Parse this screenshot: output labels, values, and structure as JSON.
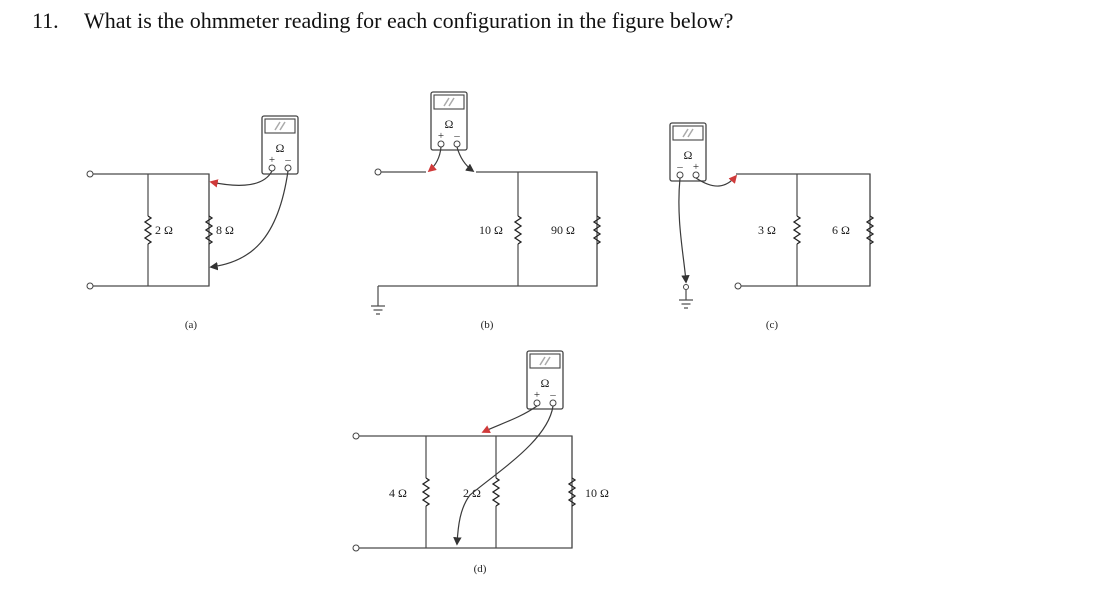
{
  "question": {
    "number": "11.",
    "text": "What is the ohmmeter reading for each configuration in the figure below?"
  },
  "meter": {
    "symbol": "Ω",
    "plus": "+",
    "minus": "–"
  },
  "circuits": {
    "a": {
      "label": "(a)",
      "r1": "2 Ω",
      "r2": "8 Ω"
    },
    "b": {
      "label": "(b)",
      "r1": "10 Ω",
      "r2": "90 Ω"
    },
    "c": {
      "label": "(c)",
      "r1": "3 Ω",
      "r2": "6 Ω"
    },
    "d": {
      "label": "(d)",
      "r1": "4 Ω",
      "r2": "2 Ω",
      "r3": "10 Ω"
    }
  },
  "colors": {
    "arrow": "#d03a3a",
    "wire": "#4a4a4a"
  }
}
